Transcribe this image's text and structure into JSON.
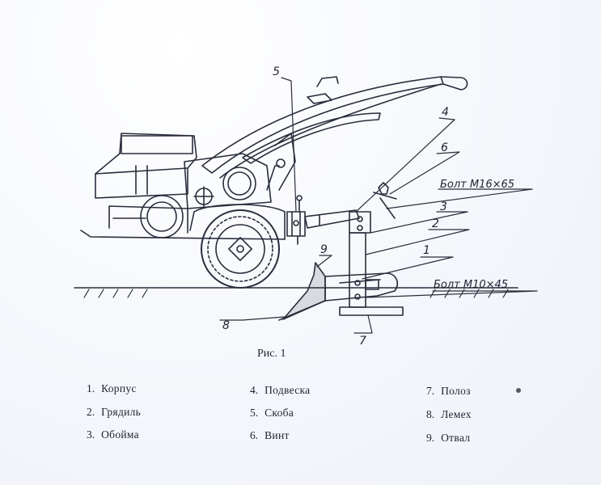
{
  "figure": {
    "caption": "Рис. 1",
    "callouts": {
      "c1": "1",
      "c2": "2",
      "c3": "3",
      "c4": "4",
      "c5": "5",
      "c6": "6",
      "c7": "7",
      "c8": "8",
      "c9": "9"
    },
    "bolt_top": "Болт М16×65",
    "bolt_bottom": "Болт М10×45"
  },
  "legend": [
    {
      "num": "1.",
      "label": "Корпус"
    },
    {
      "num": "2.",
      "label": "Грядиль"
    },
    {
      "num": "3.",
      "label": "Обойма"
    },
    {
      "num": "4.",
      "label": "Подвеска"
    },
    {
      "num": "5.",
      "label": "Скоба"
    },
    {
      "num": "6.",
      "label": "Винт"
    },
    {
      "num": "7.",
      "label": "Полоз"
    },
    {
      "num": "8.",
      "label": "Лемех"
    },
    {
      "num": "9.",
      "label": "Отвал"
    }
  ]
}
